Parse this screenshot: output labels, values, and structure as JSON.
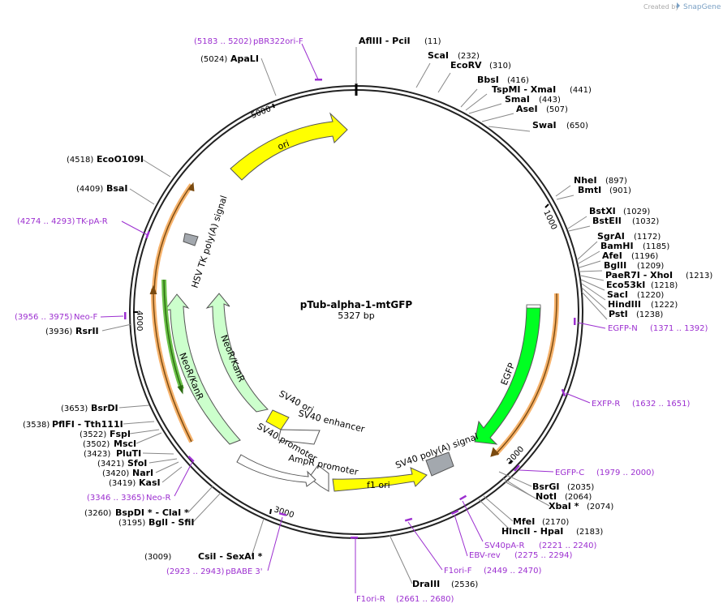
{
  "branding": {
    "created_by": "Created by",
    "app": "SnapGene"
  },
  "plasmid": {
    "name": "pTub-alpha-1-mtGFP",
    "length": "5327 bp"
  },
  "ticks": [
    {
      "label": "1000"
    },
    {
      "label": "2000"
    },
    {
      "label": "3000"
    },
    {
      "label": "4000"
    },
    {
      "label": "5000"
    }
  ],
  "sites": [
    {
      "name": "AflIII  -  PciI",
      "pos": "(11)"
    },
    {
      "name": "ScaI",
      "pos": "(232)"
    },
    {
      "name": "EcoRV",
      "pos": "(310)"
    },
    {
      "name": "BbsI",
      "pos": "(416)"
    },
    {
      "name": "TspMI  -  XmaI",
      "pos": "(441)"
    },
    {
      "name": "SmaI",
      "pos": "(443)"
    },
    {
      "name": "AseI",
      "pos": "(507)"
    },
    {
      "name": "SwaI",
      "pos": "(650)"
    },
    {
      "name": "NheI",
      "pos": "(897)"
    },
    {
      "name": "BmtI",
      "pos": "(901)"
    },
    {
      "name": "BstXI",
      "pos": "(1029)"
    },
    {
      "name": "BstEII",
      "pos": "(1032)"
    },
    {
      "name": "SgrAI",
      "pos": "(1172)"
    },
    {
      "name": "BamHI",
      "pos": "(1185)"
    },
    {
      "name": "AfeI",
      "pos": "(1196)"
    },
    {
      "name": "BglII",
      "pos": "(1209)"
    },
    {
      "name": "PaeR7I  -  XhoI",
      "pos": "(1213)"
    },
    {
      "name": "Eco53kI",
      "pos": "(1218)"
    },
    {
      "name": "SacI",
      "pos": "(1220)"
    },
    {
      "name": "HindIII",
      "pos": "(1222)"
    },
    {
      "name": "PstI",
      "pos": "(1238)"
    },
    {
      "name": "BsrGI",
      "pos": "(2035)"
    },
    {
      "name": "NotI",
      "pos": "(2064)"
    },
    {
      "name": "XbaI *",
      "pos": "(2074)"
    },
    {
      "name": "MfeI",
      "pos": "(2170)"
    },
    {
      "name": "HincII  -  HpaI",
      "pos": "(2183)"
    },
    {
      "name": "DraIII",
      "pos": "(2536)"
    },
    {
      "name": "CsiI  -  SexAI *",
      "pos": "(3009)"
    },
    {
      "name": "BglI  -  SfiI",
      "pos": "(3195)"
    },
    {
      "name": "BspDI *  -  ClaI *",
      "pos": "(3260)"
    },
    {
      "name": "KasI",
      "pos": "(3419)"
    },
    {
      "name": "NarI",
      "pos": "(3420)"
    },
    {
      "name": "SfoI",
      "pos": "(3421)"
    },
    {
      "name": "PluTI",
      "pos": "(3423)"
    },
    {
      "name": "MscI",
      "pos": "(3502)"
    },
    {
      "name": "FspI",
      "pos": "(3522)"
    },
    {
      "name": "PflFI  -  Tth111I",
      "pos": "(3538)"
    },
    {
      "name": "BsrDI",
      "pos": "(3653)"
    },
    {
      "name": "RsrII",
      "pos": "(3936)"
    },
    {
      "name": "BsaI",
      "pos": "(4409)"
    },
    {
      "name": "EcoO109I",
      "pos": "(4518)"
    },
    {
      "name": "ApaLI",
      "pos": "(5024)"
    }
  ],
  "primers": [
    {
      "name": "pBR322ori-F",
      "range": "(5183 .. 5202)"
    },
    {
      "name": "EGFP-N",
      "range": "(1371 .. 1392)"
    },
    {
      "name": "EXFP-R",
      "range": "(1632 .. 1651)"
    },
    {
      "name": "EGFP-C",
      "range": "(1979 .. 2000)"
    },
    {
      "name": "SV40pA-R",
      "range": "(2221 .. 2240)"
    },
    {
      "name": "EBV-rev",
      "range": "(2275 .. 2294)"
    },
    {
      "name": "F1ori-F",
      "range": "(2449 .. 2470)"
    },
    {
      "name": "F1ori-R",
      "range": "(2661 .. 2680)"
    },
    {
      "name": "pBABE 3'",
      "range": "(2923 .. 2943)"
    },
    {
      "name": "Neo-R",
      "range": "(3346 .. 3365)"
    },
    {
      "name": "Neo-F",
      "range": "(3956 .. 3975)"
    },
    {
      "name": "TK-pA-R",
      "range": "(4274 .. 4293)"
    }
  ],
  "features": [
    {
      "name": "ori",
      "color": "#ffff00"
    },
    {
      "name": "EGFP",
      "color": "#00ff22"
    },
    {
      "name": "SV40 poly(A) signal",
      "color": "#a3a8ae"
    },
    {
      "name": "f1 ori",
      "color": "#ffff00"
    },
    {
      "name": "AmpR promoter",
      "color": "#ffffff"
    },
    {
      "name": "SV40 promoter",
      "color": "#ffffff"
    },
    {
      "name": "SV40 enhancer",
      "color": "#ffffff"
    },
    {
      "name": "SV40 ori",
      "color": "#ffff00"
    },
    {
      "name": "NeoR/KanR",
      "color": "#ccffcc"
    },
    {
      "name": "NeoR/KanR",
      "color": "#ccffcc"
    },
    {
      "name": "HSV TK poly(A) signal",
      "color": "#a3a8ae"
    }
  ],
  "colors": {
    "backbone": "#222222",
    "primer": "#9c2fd0",
    "orf_orange": "#f6b26b",
    "orf_brown": "#7a4a10"
  }
}
